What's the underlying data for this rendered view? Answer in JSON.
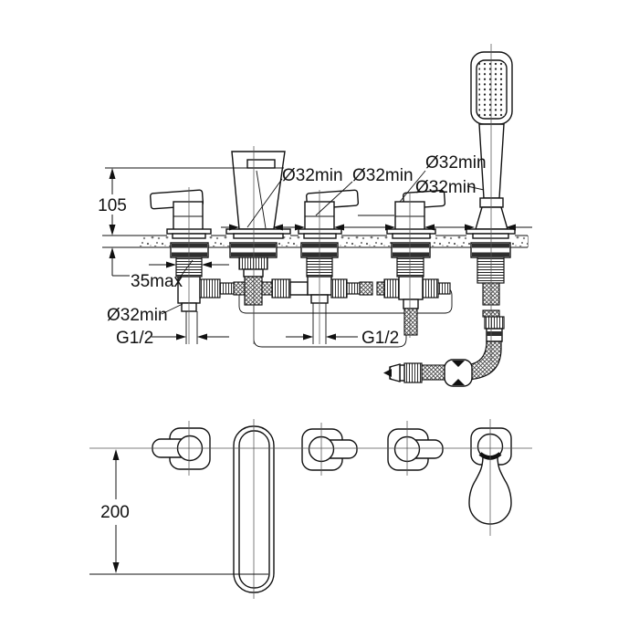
{
  "diagram": {
    "annotations": {
      "height_above_deck": "105",
      "deck_thickness_max": "35max",
      "hole_diameter_min": "Ø32min",
      "connection_thread": "G1/2",
      "plan_length": "200"
    }
  }
}
